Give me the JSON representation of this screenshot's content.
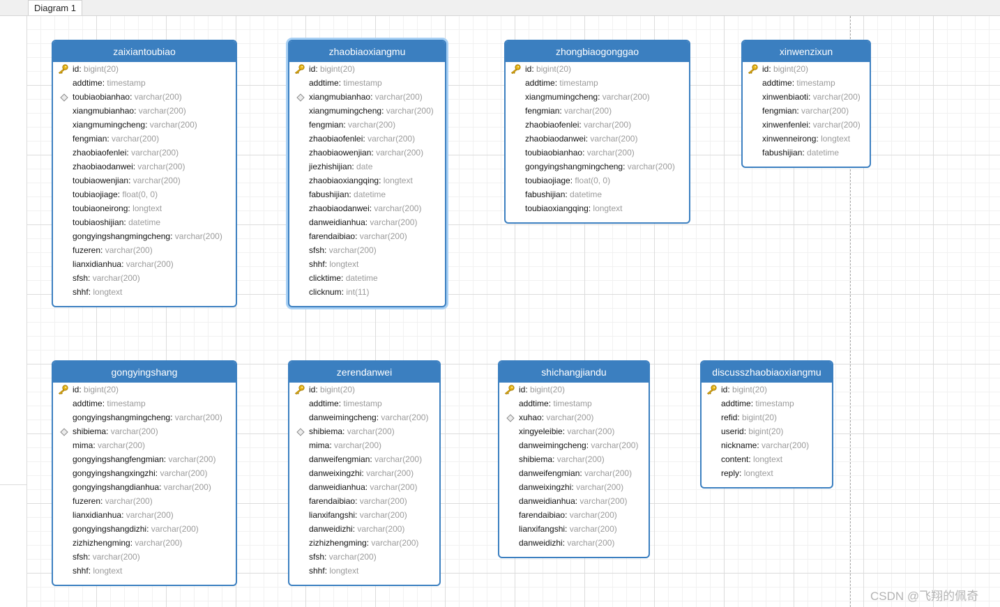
{
  "tabs": [
    {
      "label": "Diagram 1"
    }
  ],
  "watermark": "CSDN @飞翔的佩奇",
  "colors": {
    "header": "#3b7fc0",
    "selection": "#a8d0f4",
    "field_type": "#9a9a9a"
  },
  "entities": [
    {
      "name": "zaixiantoubiao",
      "fields": [
        {
          "name": "id",
          "type": "bigint(20)",
          "key": "primary"
        },
        {
          "name": "addtime",
          "type": "timestamp"
        },
        {
          "name": "toubiaobianhao",
          "type": "varchar(200)",
          "key": "index"
        },
        {
          "name": "xiangmubianhao",
          "type": "varchar(200)"
        },
        {
          "name": "xiangmumingcheng",
          "type": "varchar(200)"
        },
        {
          "name": "fengmian",
          "type": "varchar(200)"
        },
        {
          "name": "zhaobiaofenlei",
          "type": "varchar(200)"
        },
        {
          "name": "zhaobiaodanwei",
          "type": "varchar(200)"
        },
        {
          "name": "toubiaowenjian",
          "type": "varchar(200)"
        },
        {
          "name": "toubiaojiage",
          "type": "float(0, 0)"
        },
        {
          "name": "toubiaoneirong",
          "type": "longtext"
        },
        {
          "name": "toubiaoshijian",
          "type": "datetime"
        },
        {
          "name": "gongyingshangmingcheng",
          "type": "varchar(200)"
        },
        {
          "name": "fuzeren",
          "type": "varchar(200)"
        },
        {
          "name": "lianxidianhua",
          "type": "varchar(200)"
        },
        {
          "name": "sfsh",
          "type": "varchar(200)"
        },
        {
          "name": "shhf",
          "type": "longtext"
        }
      ]
    },
    {
      "name": "zhaobiaoxiangmu",
      "selected": true,
      "fields": [
        {
          "name": "id",
          "type": "bigint(20)",
          "key": "primary"
        },
        {
          "name": "addtime",
          "type": "timestamp"
        },
        {
          "name": "xiangmubianhao",
          "type": "varchar(200)",
          "key": "index"
        },
        {
          "name": "xiangmumingcheng",
          "type": "varchar(200)"
        },
        {
          "name": "fengmian",
          "type": "varchar(200)"
        },
        {
          "name": "zhaobiaofenlei",
          "type": "varchar(200)"
        },
        {
          "name": "zhaobiaowenjian",
          "type": "varchar(200)"
        },
        {
          "name": "jiezhishijian",
          "type": "date"
        },
        {
          "name": "zhaobiaoxiangqing",
          "type": "longtext"
        },
        {
          "name": "fabushijian",
          "type": "datetime"
        },
        {
          "name": "zhaobiaodanwei",
          "type": "varchar(200)"
        },
        {
          "name": "danweidianhua",
          "type": "varchar(200)"
        },
        {
          "name": "farendaibiao",
          "type": "varchar(200)"
        },
        {
          "name": "sfsh",
          "type": "varchar(200)"
        },
        {
          "name": "shhf",
          "type": "longtext"
        },
        {
          "name": "clicktime",
          "type": "datetime"
        },
        {
          "name": "clicknum",
          "type": "int(11)"
        }
      ]
    },
    {
      "name": "zhongbiaogonggao",
      "fields": [
        {
          "name": "id",
          "type": "bigint(20)",
          "key": "primary"
        },
        {
          "name": "addtime",
          "type": "timestamp"
        },
        {
          "name": "xiangmumingcheng",
          "type": "varchar(200)"
        },
        {
          "name": "fengmian",
          "type": "varchar(200)"
        },
        {
          "name": "zhaobiaofenlei",
          "type": "varchar(200)"
        },
        {
          "name": "zhaobiaodanwei",
          "type": "varchar(200)"
        },
        {
          "name": "toubiaobianhao",
          "type": "varchar(200)"
        },
        {
          "name": "gongyingshangmingcheng",
          "type": "varchar(200)"
        },
        {
          "name": "toubiaojiage",
          "type": "float(0, 0)"
        },
        {
          "name": "fabushijian",
          "type": "datetime"
        },
        {
          "name": "toubiaoxiangqing",
          "type": "longtext"
        }
      ]
    },
    {
      "name": "xinwenzixun",
      "fields": [
        {
          "name": "id",
          "type": "bigint(20)",
          "key": "primary"
        },
        {
          "name": "addtime",
          "type": "timestamp"
        },
        {
          "name": "xinwenbiaoti",
          "type": "varchar(200)"
        },
        {
          "name": "fengmian",
          "type": "varchar(200)"
        },
        {
          "name": "xinwenfenlei",
          "type": "varchar(200)"
        },
        {
          "name": "xinwenneirong",
          "type": "longtext"
        },
        {
          "name": "fabushijian",
          "type": "datetime"
        }
      ]
    },
    {
      "name": "gongyingshang",
      "fields": [
        {
          "name": "id",
          "type": "bigint(20)",
          "key": "primary"
        },
        {
          "name": "addtime",
          "type": "timestamp"
        },
        {
          "name": "gongyingshangmingcheng",
          "type": "varchar(200)"
        },
        {
          "name": "shibiema",
          "type": "varchar(200)",
          "key": "index"
        },
        {
          "name": "mima",
          "type": "varchar(200)"
        },
        {
          "name": "gongyingshangfengmian",
          "type": "varchar(200)"
        },
        {
          "name": "gongyingshangxingzhi",
          "type": "varchar(200)"
        },
        {
          "name": "gongyingshangdianhua",
          "type": "varchar(200)"
        },
        {
          "name": "fuzeren",
          "type": "varchar(200)"
        },
        {
          "name": "lianxidianhua",
          "type": "varchar(200)"
        },
        {
          "name": "gongyingshangdizhi",
          "type": "varchar(200)"
        },
        {
          "name": "zizhizhengming",
          "type": "varchar(200)"
        },
        {
          "name": "sfsh",
          "type": "varchar(200)"
        },
        {
          "name": "shhf",
          "type": "longtext"
        }
      ]
    },
    {
      "name": "zerendanwei",
      "fields": [
        {
          "name": "id",
          "type": "bigint(20)",
          "key": "primary"
        },
        {
          "name": "addtime",
          "type": "timestamp"
        },
        {
          "name": "danweimingcheng",
          "type": "varchar(200)"
        },
        {
          "name": "shibiema",
          "type": "varchar(200)",
          "key": "index"
        },
        {
          "name": "mima",
          "type": "varchar(200)"
        },
        {
          "name": "danweifengmian",
          "type": "varchar(200)"
        },
        {
          "name": "danweixingzhi",
          "type": "varchar(200)"
        },
        {
          "name": "danweidianhua",
          "type": "varchar(200)"
        },
        {
          "name": "farendaibiao",
          "type": "varchar(200)"
        },
        {
          "name": "lianxifangshi",
          "type": "varchar(200)"
        },
        {
          "name": "danweidizhi",
          "type": "varchar(200)"
        },
        {
          "name": "zizhizhengming",
          "type": "varchar(200)"
        },
        {
          "name": "sfsh",
          "type": "varchar(200)"
        },
        {
          "name": "shhf",
          "type": "longtext"
        }
      ]
    },
    {
      "name": "shichangjiandu",
      "fields": [
        {
          "name": "id",
          "type": "bigint(20)",
          "key": "primary"
        },
        {
          "name": "addtime",
          "type": "timestamp"
        },
        {
          "name": "xuhao",
          "type": "varchar(200)",
          "key": "index"
        },
        {
          "name": "xingyeleibie",
          "type": "varchar(200)"
        },
        {
          "name": "danweimingcheng",
          "type": "varchar(200)"
        },
        {
          "name": "shibiema",
          "type": "varchar(200)"
        },
        {
          "name": "danweifengmian",
          "type": "varchar(200)"
        },
        {
          "name": "danweixingzhi",
          "type": "varchar(200)"
        },
        {
          "name": "danweidianhua",
          "type": "varchar(200)"
        },
        {
          "name": "farendaibiao",
          "type": "varchar(200)"
        },
        {
          "name": "lianxifangshi",
          "type": "varchar(200)"
        },
        {
          "name": "danweidizhi",
          "type": "varchar(200)"
        }
      ]
    },
    {
      "name": "discusszhaobiaoxiangmu",
      "fields": [
        {
          "name": "id",
          "type": "bigint(20)",
          "key": "primary"
        },
        {
          "name": "addtime",
          "type": "timestamp"
        },
        {
          "name": "refid",
          "type": "bigint(20)"
        },
        {
          "name": "userid",
          "type": "bigint(20)"
        },
        {
          "name": "nickname",
          "type": "varchar(200)"
        },
        {
          "name": "content",
          "type": "longtext"
        },
        {
          "name": "reply",
          "type": "longtext"
        }
      ]
    }
  ]
}
